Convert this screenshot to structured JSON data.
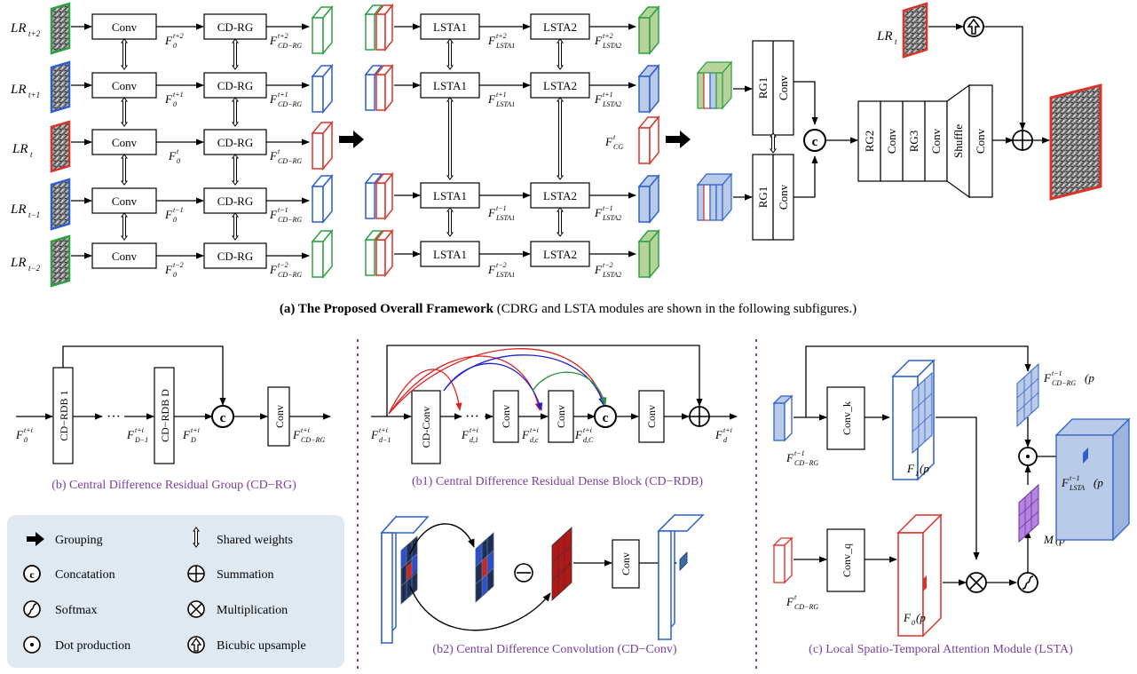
{
  "frames": {
    "lr": [
      "LR",
      "LR",
      "LR",
      "LR",
      "LR"
    ],
    "lr_sub": [
      "t+2",
      "t+1",
      "t",
      "t−1",
      "t−2"
    ]
  },
  "blocks": {
    "conv": "Conv",
    "cdrg": "CD-RG",
    "lsta1": "LSTA1",
    "lsta2": "LSTA2",
    "rg1": "RG1",
    "rg2": "RG2",
    "rg3": "RG3",
    "shuffle": "Shuffle",
    "cd_rdb1": "CD−RDB 1",
    "cd_rdbD": "CD−RDB D",
    "cd_conv": "CD-Conv",
    "conv_k": "Conv_k",
    "conv_q": "Conv_q",
    "dots": "···"
  },
  "features": {
    "f0": "F",
    "sub0": "0",
    "sup": [
      "t+2",
      "t+1",
      "t",
      "t−1",
      "t−2"
    ],
    "cdrg_sub": "CD−RG",
    "lsta_sub1": "LSTA1",
    "lsta_sub2": "LSTA2",
    "cg": "CG",
    "lrt_right": "LR"
  },
  "captions": {
    "a_bold": "(a) The Proposed Overall Framework",
    "a_rest": " (CDRG and  LSTA modules are shown in the following subfigures.)",
    "b": "(b) Central Difference Residual Group (CD−RG)",
    "b1": "(b1) Central Difference Residual Dense Block (CD−RDB)",
    "b2": "(b2) Central Difference Convolution (CD−Conv)",
    "c": "(c) Local Spatio-Temporal Attention Module (LSTA)"
  },
  "legend": {
    "items": [
      {
        "symbol": "grouping-arrow",
        "label": "Grouping"
      },
      {
        "symbol": "shared-arrow",
        "label": "Shared weights"
      },
      {
        "symbol": "concat",
        "label": "Concatation"
      },
      {
        "symbol": "sum",
        "label": "Summation"
      },
      {
        "symbol": "softmax",
        "label": "Softmax"
      },
      {
        "symbol": "mult",
        "label": "Multiplication"
      },
      {
        "symbol": "dot",
        "label": "Dot production"
      },
      {
        "symbol": "upsample",
        "label": "Bicubic upsample"
      }
    ]
  },
  "labels_b": {
    "in": "F",
    "in_sup": "t+i",
    "in_sub": "0",
    "mid": "F",
    "mid_sup": "t+i",
    "mid_sub": "D−1",
    "midD": "F",
    "midD_sup": "t+i",
    "midD_sub": "D",
    "out": "F",
    "out_sup": "t+i",
    "out_sub": "CD−RG"
  },
  "labels_b1": {
    "in_sub": "d−1",
    "d1": "d,1",
    "dc": "d,c",
    "dC": "d,C",
    "out_sub": "d"
  },
  "labels_c": {
    "f_in_top_sup": "t−1",
    "f_in_top_sub": "CD−RG",
    "f_in_bot_sup": "t",
    "f_in_bot_sub": "CD−RG",
    "f1": "F",
    "f1_sub": "1",
    "pn": "(p",
    "f0": "F",
    "f0_sub": "0",
    "p0": "(p",
    "m": "M",
    "out_sup": "t−1",
    "out_sub": "LSTA",
    "top_sup": "t−1",
    "top_sub": "CD−RG"
  },
  "colors": {
    "red": "#d9342b",
    "blue": "#2f5fcf",
    "green": "#2ea043",
    "purple": "#7a3fa0",
    "legend_bg": "#dfe9f2",
    "lsta_fill": "#b9cbe8"
  }
}
